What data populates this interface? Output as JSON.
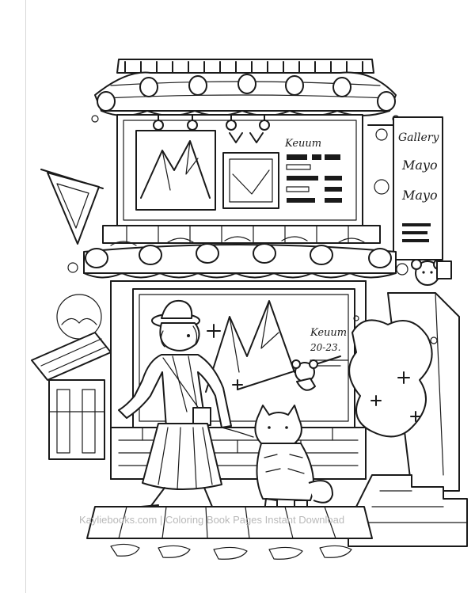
{
  "scene": {
    "subject": "line-art coloring page of a shop front",
    "style": "black ink outlines on white",
    "colors": {
      "ink": "#1a1a1a",
      "paper": "#ffffff",
      "watermark": "#b9b9b9"
    }
  },
  "banner": {
    "line1": "Gallery",
    "line2": "Mayo",
    "line3": "Mayo"
  },
  "window_poster": {
    "title": "Keuum",
    "date": "20-23."
  },
  "upper_poster": {
    "title": "Keuum"
  },
  "watermark": {
    "text": "Kayliebooks.com | Coloring Book Pages Instant Download"
  }
}
